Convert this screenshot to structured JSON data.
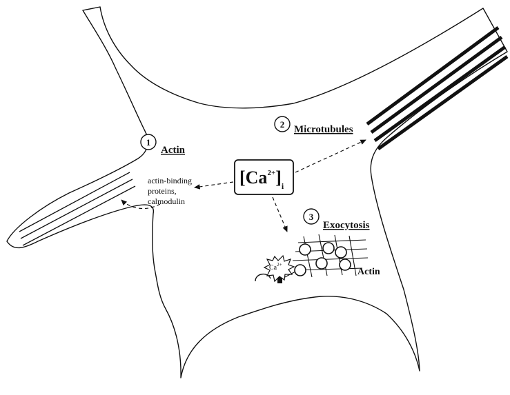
{
  "diagram": {
    "center_label": {
      "base": "[Ca",
      "superscript": "2+",
      "close": "]",
      "subscript": "i"
    },
    "sections": [
      {
        "number": "1",
        "title": "Actin"
      },
      {
        "number": "2",
        "title": "Microtubules"
      },
      {
        "number": "3",
        "title": "Exocytosis"
      }
    ],
    "actin_binding": {
      "lines": [
        "actin-binding",
        "proteins,",
        "calmodulin"
      ]
    },
    "exocytosis_actin_label": "Actin",
    "calcium_burst": {
      "base": "Ca",
      "superscript": "2+"
    }
  },
  "colors": {
    "ink": "#111111",
    "background": "#ffffff"
  }
}
